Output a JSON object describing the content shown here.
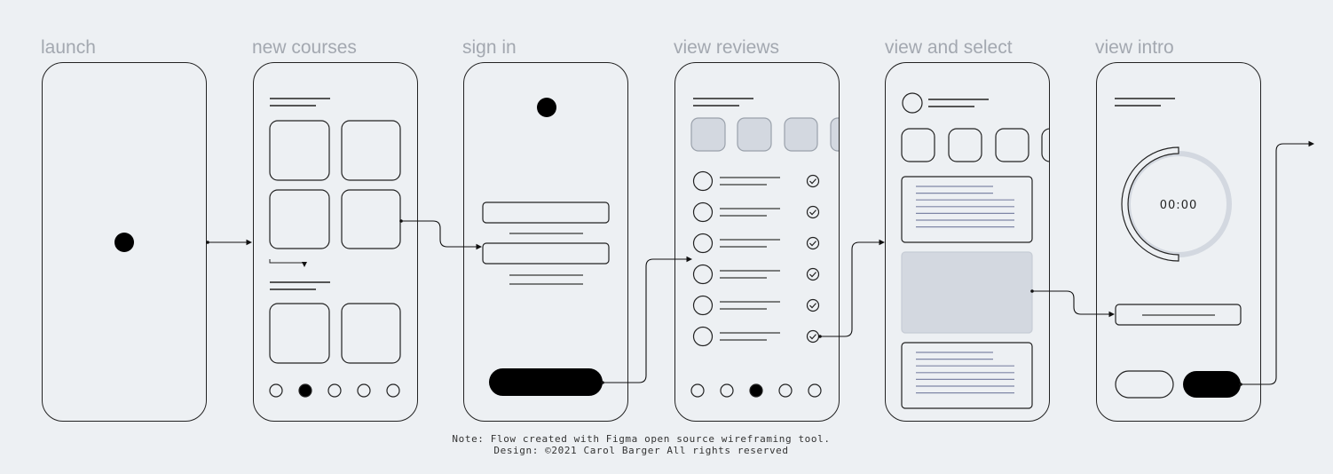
{
  "screens": [
    {
      "id": "launch",
      "label": "launch"
    },
    {
      "id": "new-courses",
      "label": "new courses"
    },
    {
      "id": "sign-in",
      "label": "sign in"
    },
    {
      "id": "view-reviews",
      "label": "view reviews"
    },
    {
      "id": "view-and-select",
      "label": "view and select"
    },
    {
      "id": "view-intro",
      "label": "view intro"
    }
  ],
  "intro": {
    "timer": "00:00"
  },
  "note": {
    "line1": "Note: Flow created with Figma open source wireframing tool.",
    "line2": "Design: ©2021 Carol Barger All rights reserved"
  },
  "colors": {
    "background": "#edf0f3",
    "stroke": "#222222",
    "label": "#a3a8b0",
    "placeholder_fill": "#d3d8e0",
    "text_line": "#555555"
  }
}
